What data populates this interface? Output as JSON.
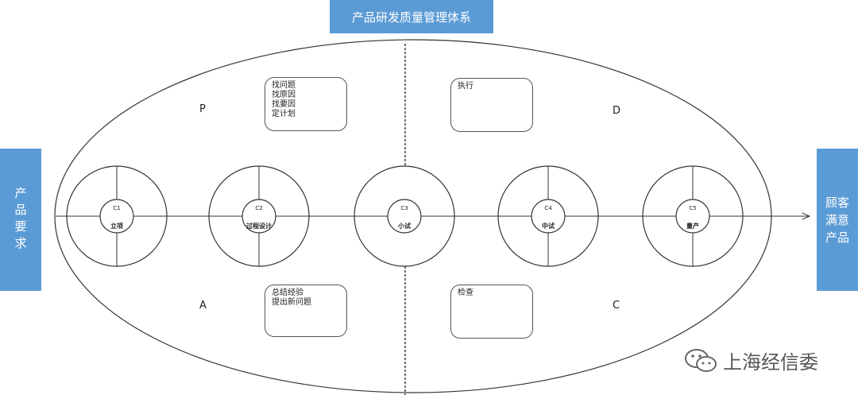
{
  "title": "产品研发质量管理体系",
  "input_label": "产品要求",
  "output_label": "顾客满意产品",
  "quadrants": {
    "P": "P",
    "D": "D",
    "A": "A",
    "C": "C"
  },
  "notes": {
    "plan": [
      "找问题",
      "找原因",
      "找要因",
      "定计划"
    ],
    "do": [
      "执行"
    ],
    "act": [
      "总结经验",
      "提出新问题"
    ],
    "check": [
      "检查"
    ]
  },
  "stages": [
    {
      "code": "C1",
      "name": "立项",
      "spokes": true
    },
    {
      "code": "C2",
      "name": "过程设计",
      "spokes": true
    },
    {
      "code": "C3",
      "name": "小试",
      "spokes": false
    },
    {
      "code": "C4",
      "name": "中试",
      "spokes": true
    },
    {
      "code": "C5",
      "name": "量产",
      "spokes": true
    }
  ],
  "watermark": "上海经信委",
  "colors": {
    "box": "#5b9bd5",
    "line": "#333333"
  }
}
